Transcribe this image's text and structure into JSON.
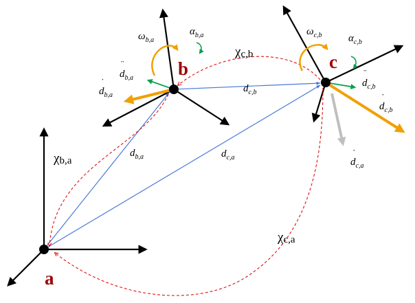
{
  "colors": {
    "axis": "#000000",
    "displacement": "#4a78d8",
    "curve": "#e01010",
    "velocity": "#f0a000",
    "angular": "#f0a000",
    "acceleration": "#0aa050",
    "projected": "#bfbfbf",
    "frame_label": "#a00000"
  },
  "frames": {
    "a": {
      "label": "a"
    },
    "b": {
      "label": "b"
    },
    "c": {
      "label": "c"
    }
  },
  "labels": {
    "omega_ba": {
      "base": "ω",
      "sub": "b,a"
    },
    "alpha_ba": {
      "base": "α",
      "sub": "b,a"
    },
    "dd_ba": {
      "base": "d",
      "sub": "b,a"
    },
    "d_dot_ba": {
      "base": "d",
      "sub": "b,a"
    },
    "omega_cb": {
      "base": "ω",
      "sub": "c,b"
    },
    "alpha_cb": {
      "base": "α",
      "sub": "c,b"
    },
    "dd_cb": {
      "base": "d",
      "sub": "c,b"
    },
    "d_dot_cb": {
      "base": "d",
      "sub": "c,b"
    },
    "d_cb": {
      "base": "d",
      "sub": "c,b"
    },
    "d_ba": {
      "base": "d",
      "sub": "b,a"
    },
    "d_ca": {
      "base": "d",
      "sub": "c,a"
    },
    "d_dot_ca": {
      "base": "d",
      "sub": "c,a"
    }
  },
  "transforms": {
    "chi_ba": {
      "base": "χ",
      "sub": "b,a"
    },
    "chi_cb": {
      "base": "χ",
      "sub": "c,b"
    },
    "chi_ca": {
      "base": "χ",
      "sub": "c,a"
    }
  }
}
